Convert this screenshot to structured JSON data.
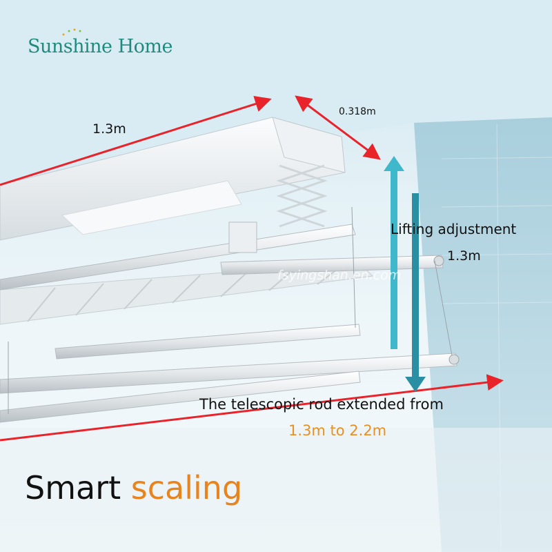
{
  "brand": {
    "name": "Sunshine Home"
  },
  "dimensions": {
    "length": "1.3m",
    "depth": "0.318m"
  },
  "lifting": {
    "line1": "Lifting adjustment",
    "line2": "1.3m"
  },
  "watermark": "fsyingshan.en.com",
  "telescopic": {
    "line1": "The telescopic rod extended from",
    "line2": "1.3m to 2.2m"
  },
  "headline": {
    "word1": "Smart",
    "word2": "scaling"
  },
  "colors": {
    "brand": "#1f8a7d",
    "accent": "#e8841e",
    "arrow_red": "#e8232a",
    "arrow_cyan": "#3fb8cc",
    "arrow_teal": "#2a8fa2"
  }
}
